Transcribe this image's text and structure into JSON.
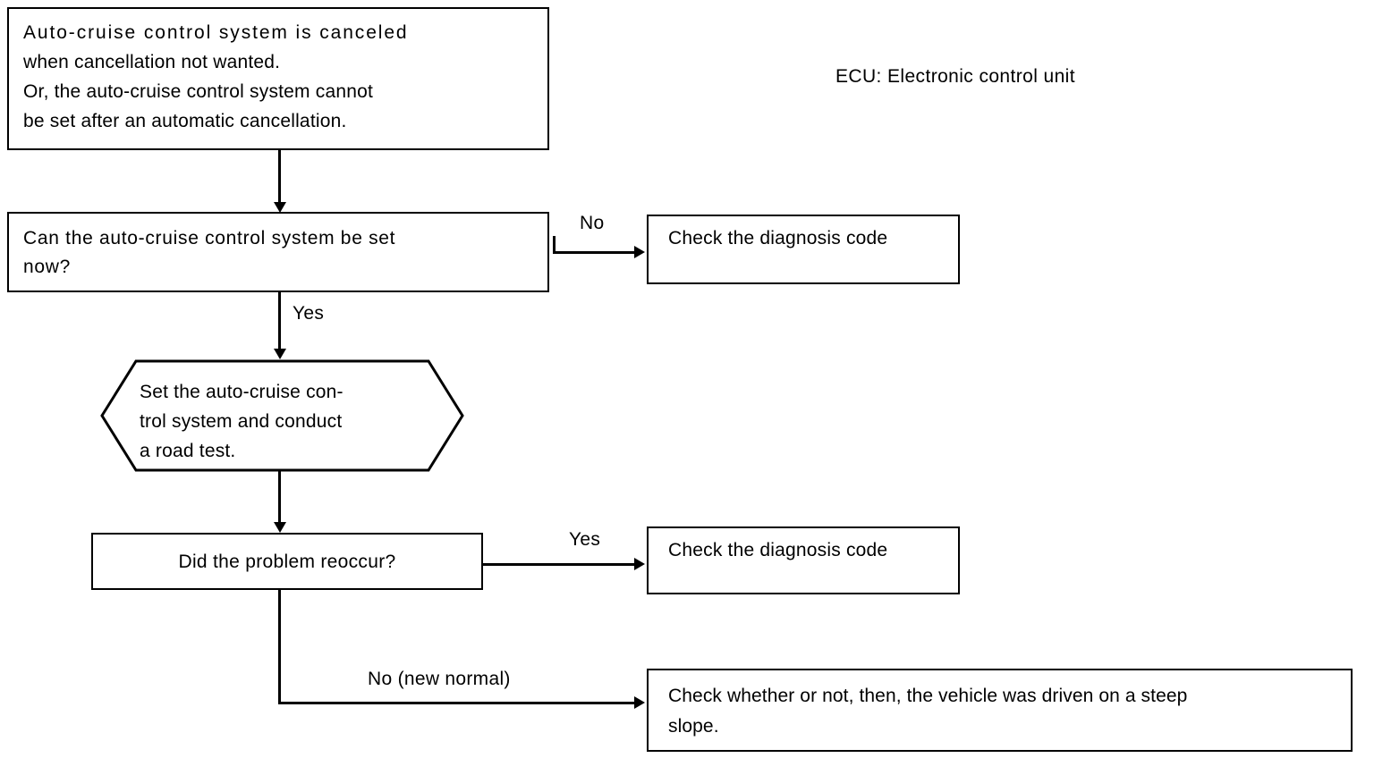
{
  "title": "Auto-cruise control system troubleshooting flowchart",
  "legend": {
    "text": "ECU: Electronic control unit"
  },
  "nodes": {
    "problem": {
      "shape": "rectangle",
      "line1": "Auto-cruise  control  system  is  canceled",
      "line2": "when cancellation not wanted.",
      "line3": "Or, the auto-cruise control system cannot",
      "line4": "be set after an automatic cancellation."
    },
    "can_set": {
      "shape": "rectangle",
      "text": "Can the auto-cruise control system be set\nnow?"
    },
    "diagnosis_no": {
      "shape": "rectangle",
      "text": "Check the diagnosis code"
    },
    "road_test": {
      "shape": "hexagon",
      "text": "Set the auto-cruise con-\ntrol system and conduct\na road test."
    },
    "reoccur": {
      "shape": "rectangle",
      "text": "Did the problem reoccur?"
    },
    "diagnosis_yes": {
      "shape": "rectangle",
      "text": "Check the diagnosis code"
    },
    "steep_slope": {
      "shape": "rectangle",
      "text": "Check whether or not, then, the vehicle was driven on a steep\nslope."
    }
  },
  "edges": {
    "problem_to_can_set": {
      "label": ""
    },
    "can_set_no": {
      "label": "No"
    },
    "can_set_yes": {
      "label": "Yes"
    },
    "road_test_to_reoccur": {
      "label": ""
    },
    "reoccur_yes": {
      "label": "Yes"
    },
    "reoccur_no": {
      "label": "No (new normal)"
    }
  },
  "colors": {
    "ink": "#000000",
    "paper": "#ffffff"
  }
}
